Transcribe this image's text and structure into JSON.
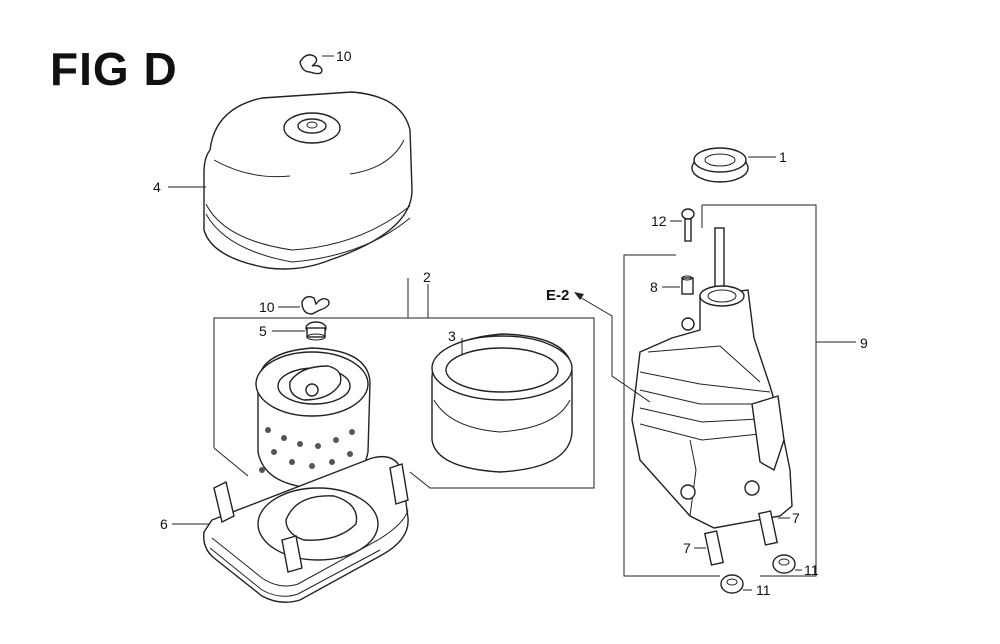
{
  "title": "FIG D",
  "reference": "E-2",
  "callouts": {
    "p1": "1",
    "p2": "2",
    "p3": "3",
    "p4": "4",
    "p5": "5",
    "p6": "6",
    "p7a": "7",
    "p7b": "7",
    "p8": "8",
    "p9": "9",
    "p10a": "10",
    "p10b": "10",
    "p11a": "11",
    "p11b": "11",
    "p12": "12"
  }
}
